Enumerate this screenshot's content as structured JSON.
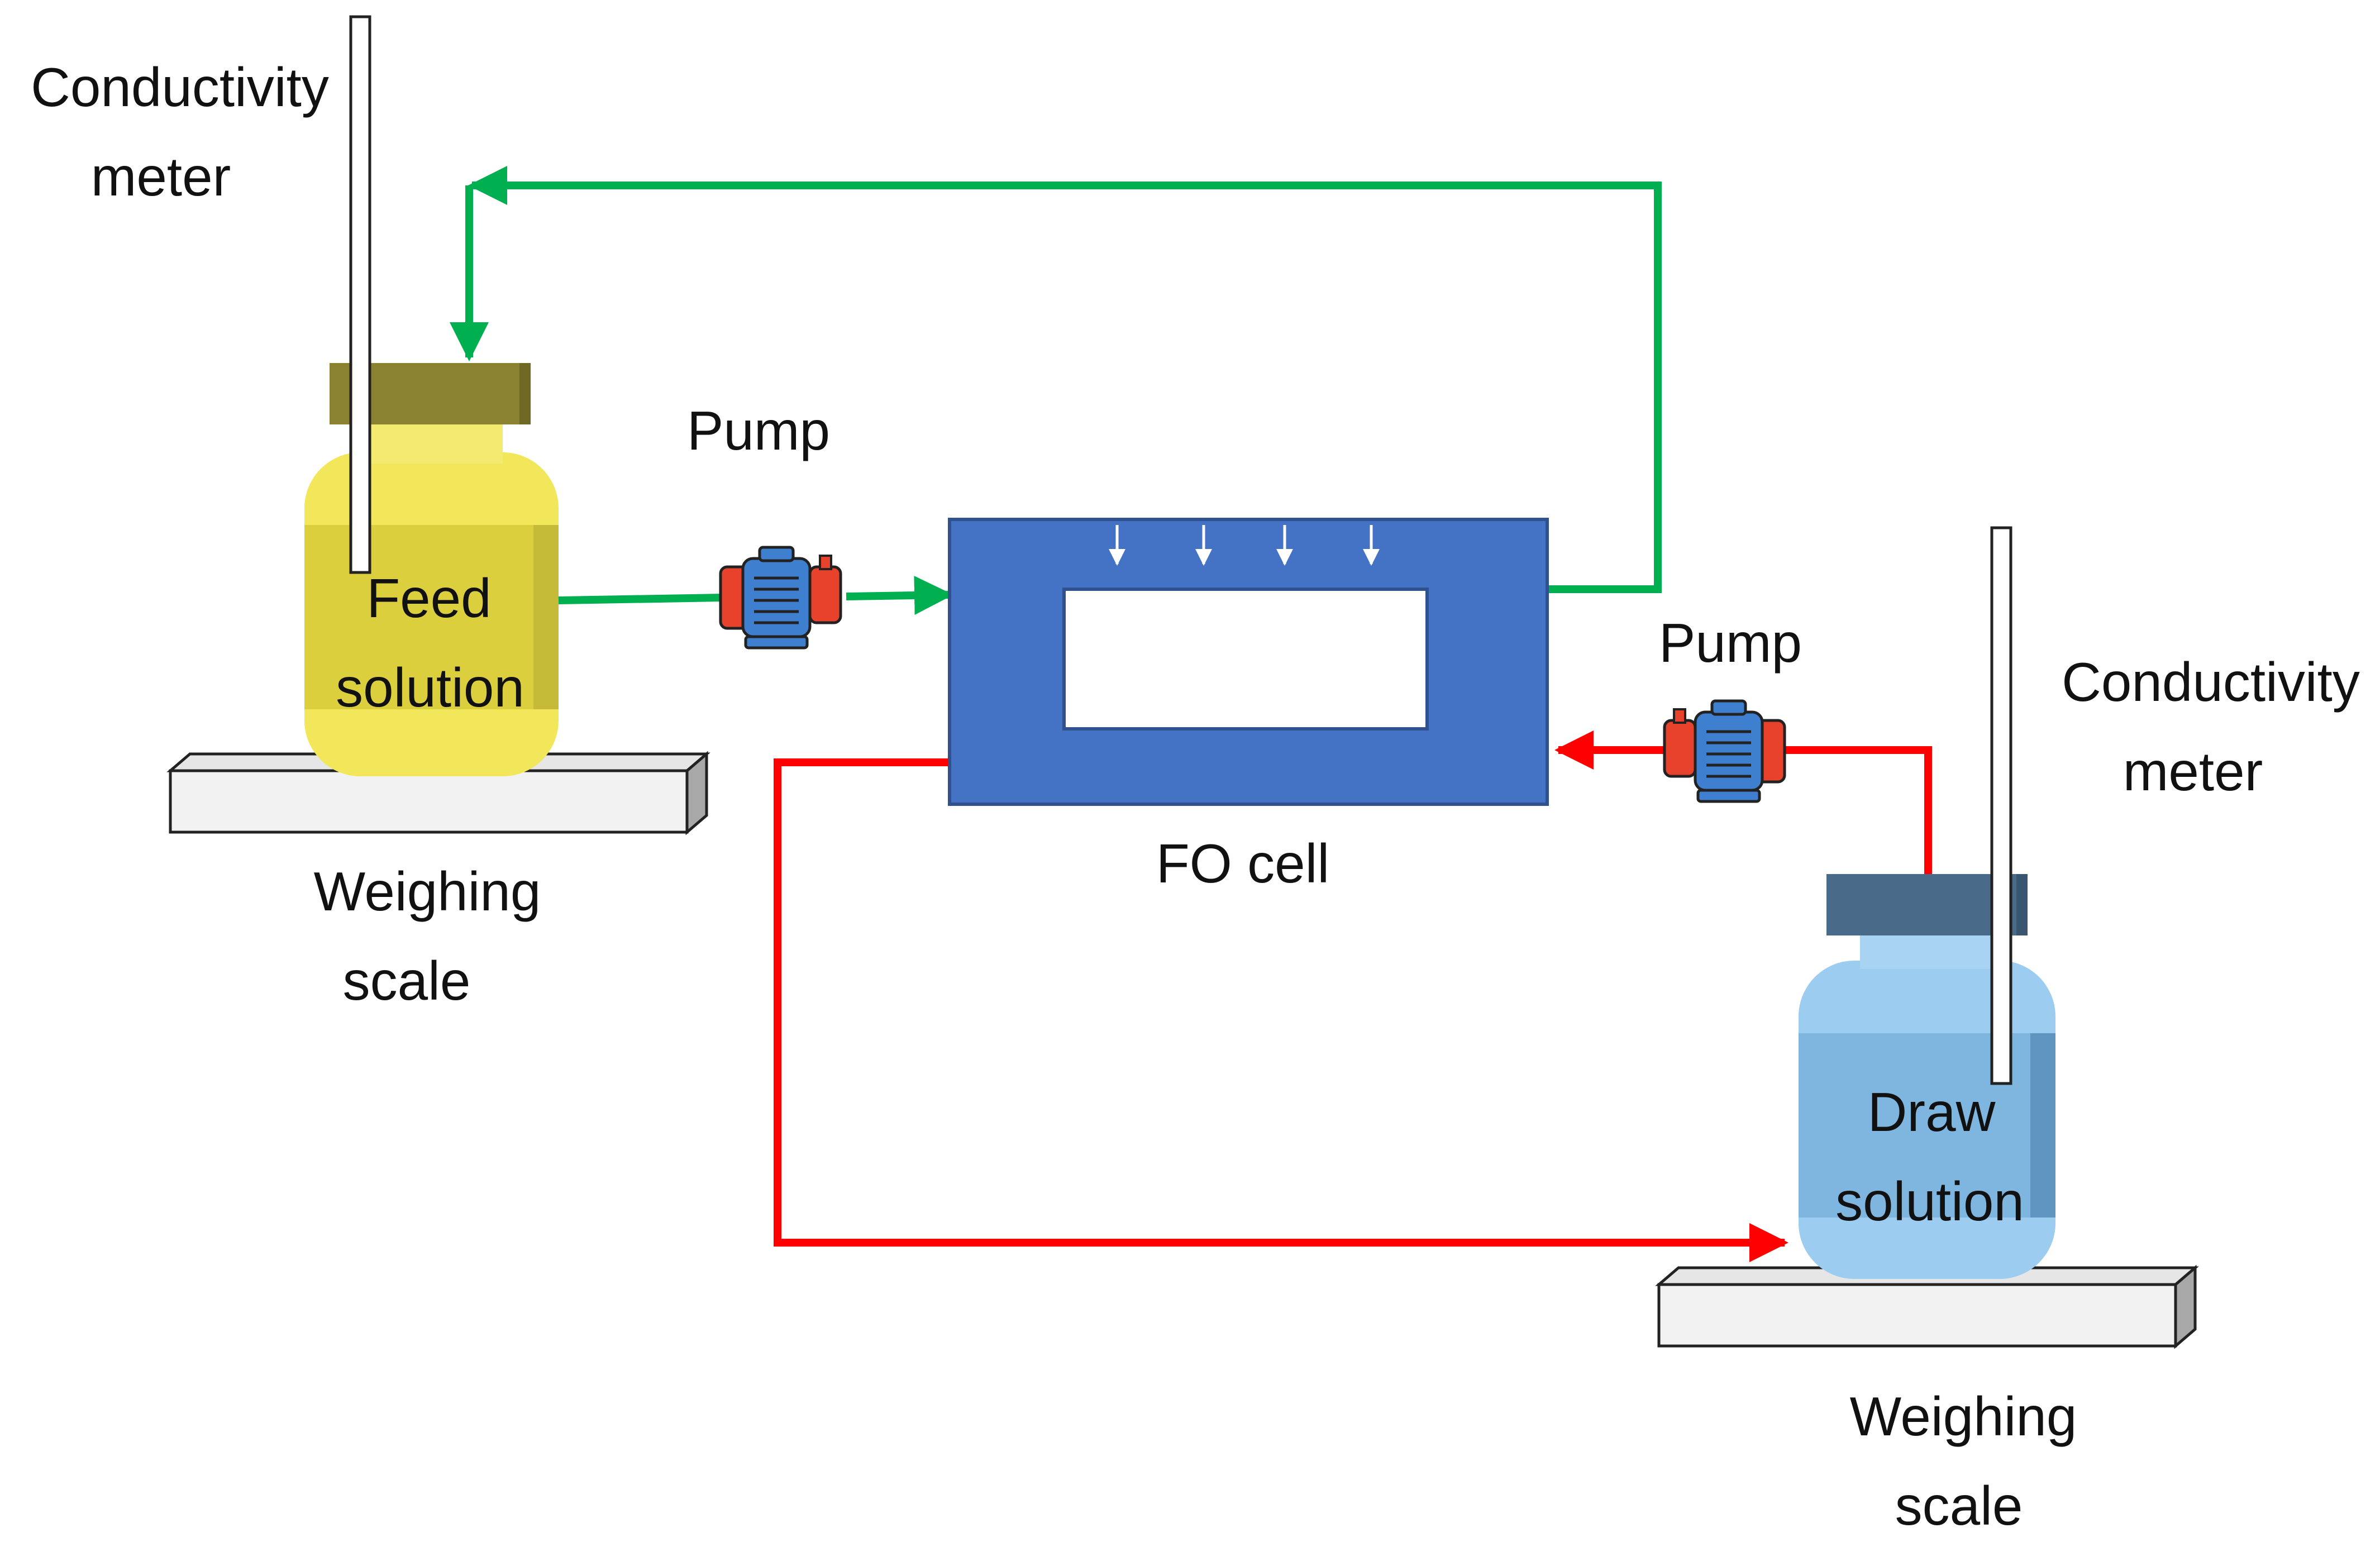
{
  "labels": {
    "feed_meter": [
      "Conductivity",
      "meter"
    ],
    "draw_meter": [
      "Conductivity",
      "meter"
    ],
    "feed_pump": "Pump",
    "draw_pump": "Pump",
    "feed_bottle": [
      "Feed",
      "solution"
    ],
    "draw_bottle": [
      "Draw",
      "solution"
    ],
    "fo_cell": "FO cell",
    "feed_scale": [
      "Weighing",
      "scale"
    ],
    "draw_scale": [
      "Weighing",
      "scale"
    ]
  },
  "colors": {
    "feed_loop": "#00b050",
    "draw_loop": "#ff0000",
    "fo_cell": "#4472c4",
    "feed_liquid": "#f0e24a",
    "draw_liquid": "#8ec2ea",
    "feed_cap": "#8a8230",
    "draw_cap": "#4a6a8a"
  },
  "icons": {
    "pump": "pump-icon",
    "flow_arrow": "arrow-icon"
  }
}
